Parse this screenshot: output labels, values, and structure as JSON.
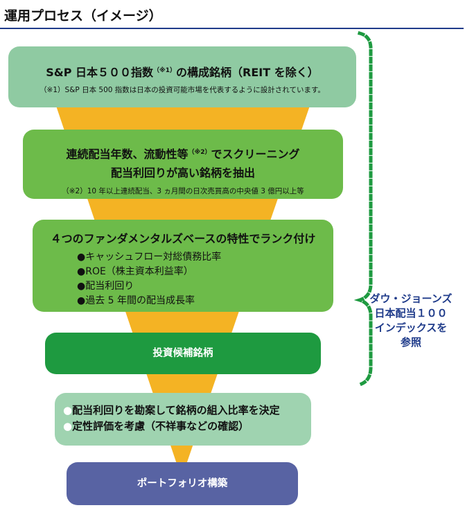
{
  "title": "運用プロセス（イメージ）",
  "colors": {
    "title_rule": "#1f3b8a",
    "funnel": "#f4b324",
    "step1": "#8fcaa2",
    "step2": "#6dbb4a",
    "step3": "#6dbb4a",
    "step4": "#1e9a40",
    "step5": "#9fd3b0",
    "step6": "#5863a3",
    "bracket": "#1e9a40",
    "side_label": "#1f3b8a"
  },
  "steps": {
    "s1": {
      "main_pre": "S&P 日本５００指数",
      "main_sup": "（※1）",
      "main_post": "の構成銘柄（REIT を除く）",
      "note": "（※1）S&P 日本 500 指数は日本の投資可能市場を代表するように設計されています。"
    },
    "s2": {
      "main_pre": "連続配当年数、流動性等",
      "main_sup": "（※2）",
      "main_post": "でスクリーニング",
      "main2": "配当利回りが高い銘柄を抽出",
      "note": "（※2）10 年以上連続配当、3 ヵ月間の日次売買高の中央値 3 億円以上等"
    },
    "s3": {
      "main": "４つのファンダメンタルズベースの特性でランク付け",
      "items": [
        "●キャッシュフロー対総債務比率",
        "●ROE（株主資本利益率）",
        "●配当利回り",
        "●過去 5 年間の配当成長率"
      ]
    },
    "s4": {
      "main": "投資候補銘柄"
    },
    "s5": {
      "bullet": "●",
      "items": [
        "配当利回りを勘案して銘柄の組入比率を決定",
        "定性評価を考慮（不祥事などの確認）"
      ]
    },
    "s6": {
      "main": "ポートフォリオ構築"
    }
  },
  "side_label": {
    "lines": [
      "ダウ・ジョーンズ",
      "日本配当１００",
      "インデックスを",
      "参照"
    ]
  }
}
